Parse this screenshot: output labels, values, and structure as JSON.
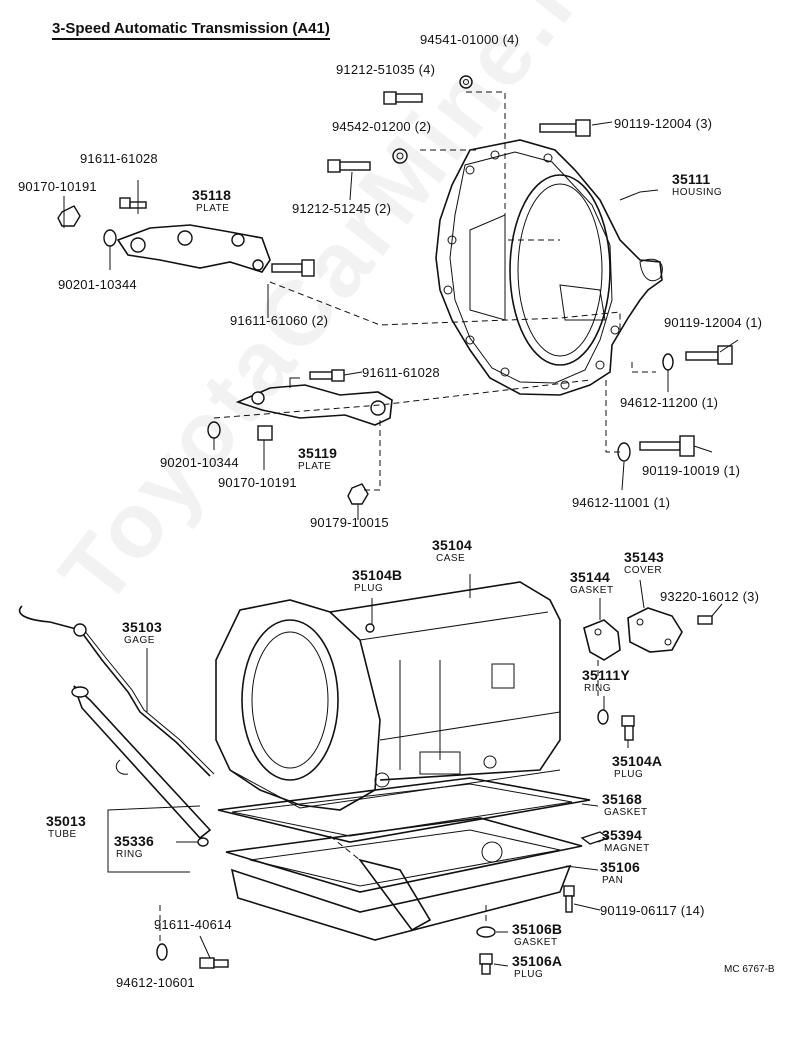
{
  "title": "3-Speed Automatic Transmission (A41)",
  "watermark": "ToyotaCarMine.ru",
  "figure_code": "MC 6767-B",
  "callouts": {
    "c94541": "94541-01000 (4)",
    "c91212a": "91212-51035 (4)",
    "c94542": "94542-01200 (2)",
    "c90119a": "90119-12004 (3)",
    "c91611a": "91611-61028",
    "c90170a": "90170-10191",
    "c35118": "35118",
    "c35118s": "PLATE",
    "c91212b": "91212-51245 (2)",
    "c35111": "35111",
    "c35111s": "HOUSING",
    "c90201a": "90201-10344",
    "c91611b": "91611-61060 (2)",
    "c90119b": "90119-12004 (1)",
    "c91611c": "91611-61028",
    "c94612a": "94612-11200 (1)",
    "c90201b": "90201-10344",
    "c35119": "35119",
    "c35119s": "PLATE",
    "c90170b": "90170-10191",
    "c90119c": "90119-10019 (1)",
    "c94612b": "94612-11001 (1)",
    "c90179": "90179-10015",
    "c35104": "35104",
    "c35104s": "CASE",
    "c35104B": "35104B",
    "c35104Bs": "PLUG",
    "c35143": "35143",
    "c35143s": "COVER",
    "c35144": "35144",
    "c35144s": "GASKET",
    "c93220": "93220-16012 (3)",
    "c35103": "35103",
    "c35103s": "GAGE",
    "c35111Y": "35111Y",
    "c35111Ys": "RING",
    "c35104A": "35104A",
    "c35104As": "PLUG",
    "c35168": "35168",
    "c35168s": "GASKET",
    "c35013": "35013",
    "c35013s": "TUBE",
    "c35336": "35336",
    "c35336s": "RING",
    "c35394": "35394",
    "c35394s": "MAGNET",
    "c35106": "35106",
    "c35106s": "PAN",
    "c90119d": "90119-06117 (14)",
    "c91611d": "91611-40614",
    "c35106B": "35106B",
    "c35106Bs": "GASKET",
    "c35106A": "35106A",
    "c35106As": "PLUG",
    "c94612c": "94612-10601"
  }
}
